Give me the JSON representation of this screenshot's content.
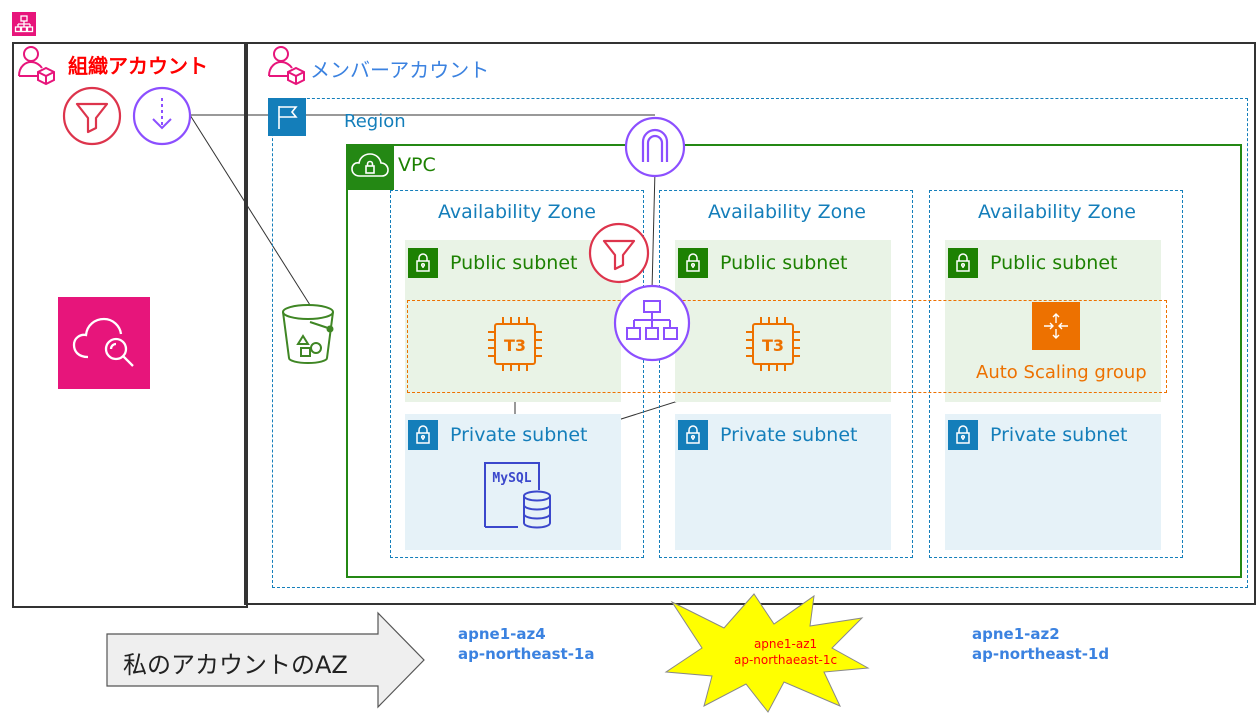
{
  "org_account": {
    "label": "組織アカウント"
  },
  "member_account": {
    "label": "メンバーアカウント"
  },
  "region": {
    "label": "Region"
  },
  "vpc": {
    "label": "VPC"
  },
  "availability_zones": [
    {
      "label": "Availability Zone",
      "public_subnet": "Public subnet",
      "private_subnet": "Private subnet",
      "zone_id": "apne1-az4",
      "zone_name": "ap-northeast-1a"
    },
    {
      "label": "Availability Zone",
      "public_subnet": "Public subnet",
      "private_subnet": "Private subnet",
      "zone_id": "apne1-az1",
      "zone_name": "ap-northaeast-1c"
    },
    {
      "label": "Availability Zone",
      "public_subnet": "Public subnet",
      "private_subnet": "Private subnet",
      "zone_id": "apne1-az2",
      "zone_name": "ap-northeast-1d"
    }
  ],
  "auto_scaling_group": {
    "label": "Auto Scaling group"
  },
  "ec2": {
    "label": "T3"
  },
  "database": {
    "label": "MySQL"
  },
  "callout": {
    "label": "私のアカウントのAZ"
  },
  "colors": {
    "org_red": "#dd344c",
    "pink": "#e7157b",
    "purple": "#8c4fff",
    "blue": "#147eba",
    "green": "#1d8102",
    "vpc_green": "#248814",
    "orange": "#ed7100",
    "az_blue": "#3b82e0",
    "burst_yellow": "#ffff00",
    "burst_text": "#ff0000"
  },
  "icons": [
    "organizations-icon",
    "account-icon",
    "firewall-manager-icon",
    "vpc-flow-logs-icon",
    "cloudwatch-icon",
    "region-flag-icon",
    "internet-gateway-icon",
    "vpc-cloud-icon",
    "lock-icon",
    "load-balancer-icon",
    "ec2-t3-icon",
    "auto-scaling-icon",
    "s3-bucket-icon",
    "mysql-icon"
  ]
}
